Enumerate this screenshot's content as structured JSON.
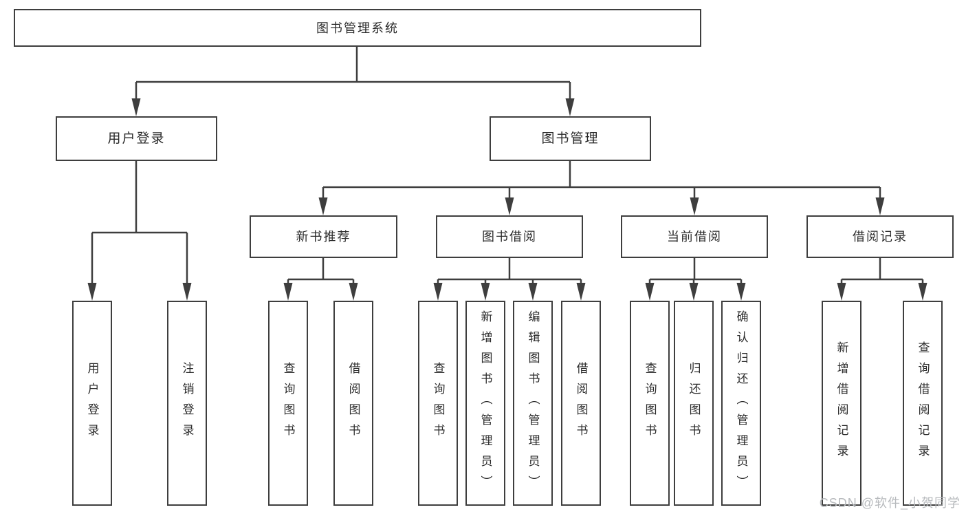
{
  "diagram": {
    "type": "hierarchy",
    "nodes": {
      "root": "图书管理系统",
      "user_login": "用户登录",
      "book_mgmt": "图书管理",
      "new_book_rec": "新书推荐",
      "book_borrow": "图书借阅",
      "current_borrow": "当前借阅",
      "borrow_records": "借阅记录",
      "ul_user_login": "用户登录",
      "ul_logout": "注销登录",
      "nb_query": "查询图书",
      "nb_borrow": "借阅图书",
      "bb_query": "查询图书",
      "bb_add": "新增图书（管理员）",
      "bb_edit": "编辑图书（管理员）",
      "bb_borrow": "借阅图书",
      "cb_query": "查询图书",
      "cb_return": "归还图书",
      "cb_confirm": "确认归还（管理员）",
      "br_add": "新增借阅记录",
      "br_query": "查询借阅记录"
    },
    "line_color": "#3e3e3e"
  },
  "watermark": "CSDN @软件_小贺同学"
}
